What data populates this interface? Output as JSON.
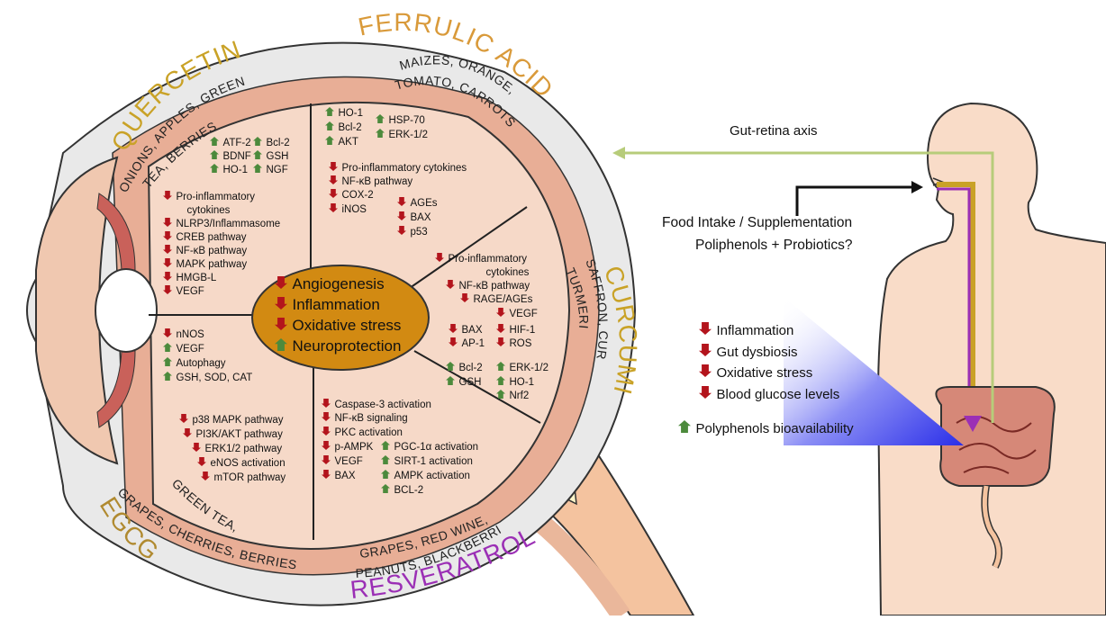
{
  "colors": {
    "up": "#4c8a3c",
    "down": "#b3141c",
    "quercetin": "#c9a227",
    "ferrulic": "#d99a3a",
    "curcumin": "#c9a227",
    "egcg": "#b08a30",
    "resveratrol": "#9b2fb5",
    "lens_fill": "#d28a12",
    "retina_fill": "#f6d9c8",
    "band_fill": "#e8ae96",
    "gut_line": "#b7cc7a",
    "skin_fill": "#f9dcc8"
  },
  "compounds": {
    "quercetin": {
      "name": "QUERCETIN",
      "foods": [
        "ONIONS, APPLES, GREEN",
        "TEA, BERRIES"
      ]
    },
    "ferrulic": {
      "name": "FERRULIC ACID",
      "foods": [
        "MAIZES, ORANGE,",
        "TOMATO, CARROTS"
      ]
    },
    "curcumin": {
      "name": "CURCUMIN",
      "foods": [
        "SAFFRON, CURRY,",
        "TURMERIC"
      ]
    },
    "egcg": {
      "name": "EGCG",
      "foods": [
        "GREEN TEA,",
        "GRAPES, CHERRIES, BERRIES"
      ]
    },
    "resveratrol": {
      "name": "RESVERATROL",
      "foods": [
        "GRAPES, RED WINE,",
        "PEANUTS, BLACKBERRIES"
      ]
    }
  },
  "sectors": {
    "quercetin_up": [
      {
        "dir": "up",
        "text": "ATF-2"
      },
      {
        "dir": "up",
        "text": "Bcl-2"
      },
      {
        "dir": "up",
        "text": "BDNF"
      },
      {
        "dir": "up",
        "text": "GSH"
      },
      {
        "dir": "up",
        "text": "HO-1"
      },
      {
        "dir": "up",
        "text": "NGF"
      }
    ],
    "quercetin_down": [
      {
        "dir": "down",
        "text": "Pro-inflammatory"
      },
      {
        "dir": "none",
        "text": "cytokines"
      },
      {
        "dir": "down",
        "text": "NLRP3/Inflammasome"
      },
      {
        "dir": "down",
        "text": "CREB pathway"
      },
      {
        "dir": "down",
        "text": "NF-κB pathway"
      },
      {
        "dir": "down",
        "text": "MAPK pathway"
      },
      {
        "dir": "down",
        "text": "HMGB-L"
      },
      {
        "dir": "down",
        "text": "VEGF"
      }
    ],
    "ferrulic_up": [
      {
        "dir": "up",
        "text": "HO-1"
      },
      {
        "dir": "up",
        "text": "HSP-70"
      },
      {
        "dir": "up",
        "text": "Bcl-2"
      },
      {
        "dir": "up",
        "text": "ERK-1/2"
      },
      {
        "dir": "up",
        "text": "AKT"
      }
    ],
    "ferrulic_down": [
      {
        "dir": "down",
        "text": "Pro-inflammatory cytokines"
      },
      {
        "dir": "down",
        "text": "NF-κB pathway"
      },
      {
        "dir": "down",
        "text": "COX-2"
      },
      {
        "dir": "down",
        "text": "iNOS"
      },
      {
        "dir": "down",
        "text": "AGEs"
      },
      {
        "dir": "down",
        "text": "BAX"
      },
      {
        "dir": "down",
        "text": "p53"
      }
    ],
    "curcumin_list": [
      {
        "dir": "down",
        "text": "Pro-inflammatory"
      },
      {
        "dir": "none",
        "text": "cytokines"
      },
      {
        "dir": "down",
        "text": "NF-κB pathway"
      },
      {
        "dir": "down",
        "text": "RAGE/AGEs"
      },
      {
        "dir": "down",
        "text": "VEGF"
      },
      {
        "dir": "down",
        "text": "BAX"
      },
      {
        "dir": "down",
        "text": "HIF-1"
      },
      {
        "dir": "down",
        "text": "AP-1"
      },
      {
        "dir": "down",
        "text": "ROS"
      },
      {
        "dir": "up",
        "text": "Bcl-2"
      },
      {
        "dir": "up",
        "text": "ERK-1/2"
      },
      {
        "dir": "up",
        "text": "GSH"
      },
      {
        "dir": "up",
        "text": "HO-1"
      },
      {
        "dir": "up",
        "text": "Nrf2"
      }
    ],
    "egcg_up": [
      {
        "dir": "down",
        "text": "nNOS"
      },
      {
        "dir": "up",
        "text": "VEGF"
      },
      {
        "dir": "up",
        "text": "Autophagy"
      },
      {
        "dir": "up",
        "text": "GSH, SOD, CAT"
      }
    ],
    "egcg_down": [
      {
        "dir": "down",
        "text": "p38 MAPK pathway"
      },
      {
        "dir": "down",
        "text": "PI3K/AKT pathway"
      },
      {
        "dir": "down",
        "text": "ERK1/2 pathway"
      },
      {
        "dir": "down",
        "text": "eNOS activation"
      },
      {
        "dir": "down",
        "text": "mTOR pathway"
      }
    ],
    "resveratrol_list": [
      {
        "dir": "down",
        "text": "Caspase-3 activation"
      },
      {
        "dir": "down",
        "text": "NF-κB signaling"
      },
      {
        "dir": "down",
        "text": "PKC activation"
      },
      {
        "dir": "down",
        "text": "p-AMPK"
      },
      {
        "dir": "down",
        "text": "VEGF"
      },
      {
        "dir": "down",
        "text": "BAX"
      },
      {
        "dir": "up",
        "text": "PGC-1α activation"
      },
      {
        "dir": "up",
        "text": "SIRT-1 activation"
      },
      {
        "dir": "up",
        "text": "AMPK activation"
      },
      {
        "dir": "up",
        "text": "BCL-2"
      }
    ]
  },
  "center_effects": [
    {
      "dir": "down",
      "text": "Angiogenesis"
    },
    {
      "dir": "down",
      "text": "Inflammation"
    },
    {
      "dir": "down",
      "text": "Oxidative stress"
    },
    {
      "dir": "up",
      "text": "Neuroprotection"
    }
  ],
  "gut": {
    "axis_label": "Gut-retina axis",
    "intake_line1": "Food Intake / Supplementation",
    "intake_line2": "Poliphenols + Probiotics?",
    "effects": [
      {
        "dir": "down",
        "text": "Inflammation"
      },
      {
        "dir": "down",
        "text": "Gut dysbiosis"
      },
      {
        "dir": "down",
        "text": "Oxidative stress"
      },
      {
        "dir": "down",
        "text": "Blood glucose levels"
      },
      {
        "dir": "up",
        "text": "Polyphenols bioavailability"
      }
    ]
  }
}
